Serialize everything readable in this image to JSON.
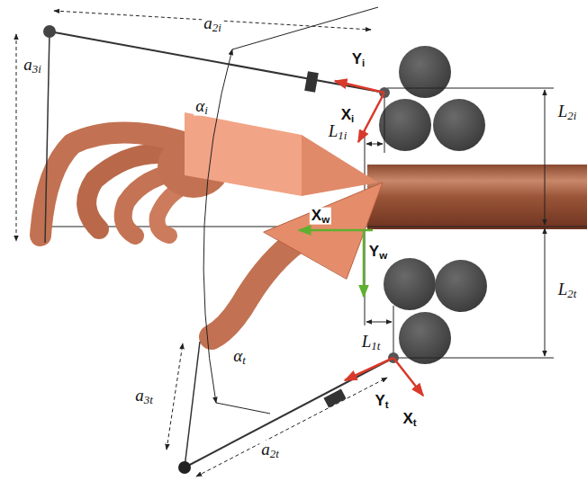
{
  "diagram": {
    "labels": [
      "a2i",
      "Yi",
      "a3i",
      "αi",
      "Xi",
      "L1i",
      "L2i",
      "Xw",
      "Yw",
      "L2t",
      "αt",
      "L1t",
      "a3t",
      "Yt",
      "Xt",
      "a2t"
    ]
  }
}
